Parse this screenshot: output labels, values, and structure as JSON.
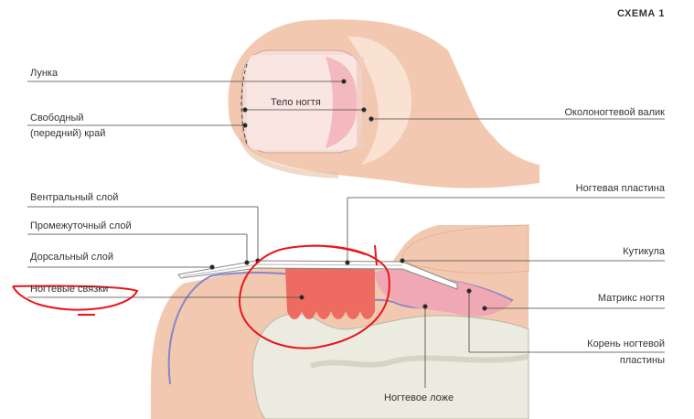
{
  "title": "СХЕМА 1",
  "top_diagram": {
    "labels": {
      "lunula": "Лунка",
      "nail_body": "Тело ногтя",
      "free_edge_1": "Свободный",
      "free_edge_2": "(передний) край",
      "nail_fold": "Околоногтевой валик"
    }
  },
  "bottom_diagram": {
    "labels": {
      "ventral": "Вентральный  слой",
      "intermediate": "Промежуточный слой",
      "dorsal": "Дорсальный слой",
      "ligaments": "Ногтевые связки",
      "nail_plate": "Ногтевая пластина",
      "cuticle": "Кутикула",
      "matrix": "Матрикс ногтя",
      "root_1": "Корень ногтевой",
      "root_2": "пластины",
      "nail_bed": "Ногтевое ложе"
    }
  },
  "colors": {
    "skin": "#f2c9b0",
    "skin_dark": "#e9b395",
    "nail": "#f7dcd6",
    "lunula": "#f4b9bf",
    "bone": "#ecebe0",
    "matrix": "#f0a8b4",
    "ligaments": "#ee6b62",
    "annotation": "#e8161b"
  }
}
